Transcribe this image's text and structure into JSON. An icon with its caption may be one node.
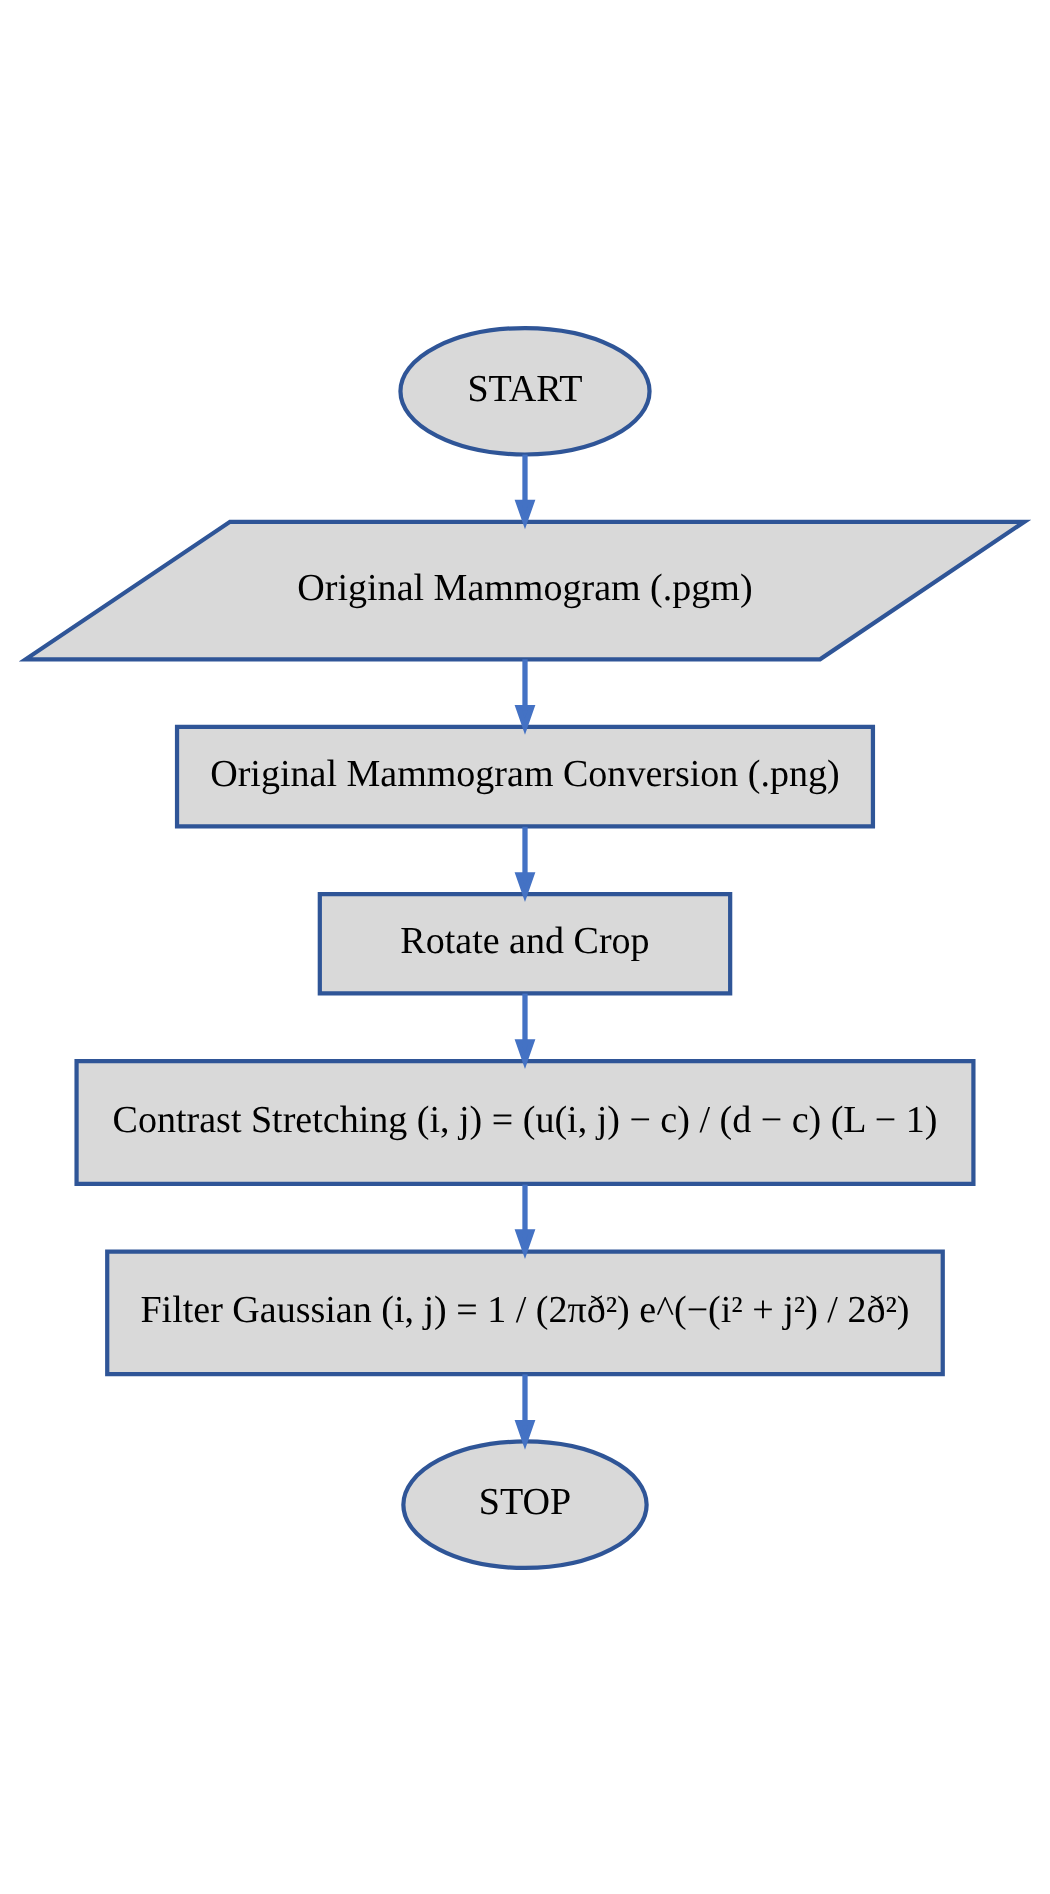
{
  "diagram": {
    "nodes": [
      {
        "text": [
          "START"
        ]
      },
      {
        "text": [
          "Original Mammogram (.pgm)"
        ]
      },
      {
        "text": [
          "Original Mammogram Conversion (.png)"
        ]
      },
      {
        "text": [
          "Rotate and Crop"
        ]
      },
      {
        "text": [
          "Contrast Stretching (i, j) = (u(i, j) − c) / (d − c) (L − 1)"
        ]
      },
      {
        "text": [
          "Filter Gaussian (i, j) = 1 / (2πð²) e^(−(i² + j²) / 2ð²)"
        ]
      },
      {
        "text": [
          "STOP"
        ]
      }
    ],
    "edges": [
      {
        "from": 0,
        "to": 1,
        "arrow": "to"
      },
      {
        "from": 1,
        "to": 2,
        "arrow": "to"
      },
      {
        "from": 2,
        "to": 3,
        "arrow": "to"
      },
      {
        "from": 3,
        "to": 4,
        "arrow": "to"
      },
      {
        "from": 4,
        "to": 5,
        "arrow": "to"
      },
      {
        "from": 5,
        "to": 6,
        "arrow": "to"
      }
    ]
  }
}
